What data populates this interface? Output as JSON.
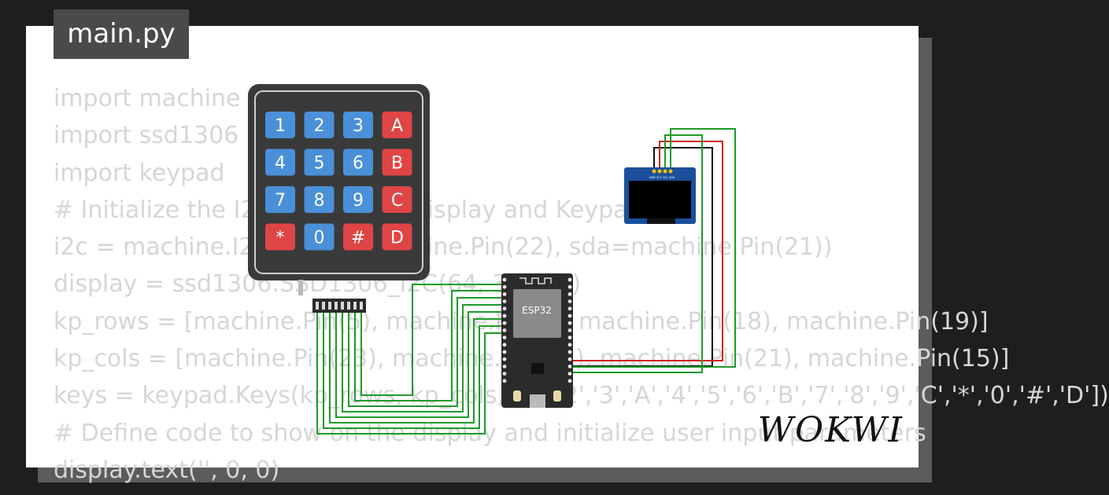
{
  "tab": {
    "filename": "main.py"
  },
  "code_lines": [
    "import machine",
    "import ssd1306",
    "import keypad",
    "# Initialize the I2C bus, OLED Display and Keypad",
    "i2c = machine.I2C(0, scl=machine.Pin(22), sda=machine.Pin(21))",
    "display = ssd1306.SSD1306_I2C(64, 32, i2c)",
    "kp_rows = [machine.Pin(5), machine.Pin(4), machine.Pin(18), machine.Pin(19)]",
    "kp_cols = [machine.Pin(23), machine.Pin(22), machine.Pin(21), machine.Pin(15)]",
    "keys = keypad.Keys(kp_rows, kp_cols, ['1','2','3','A','4','5','6','B','7','8','9','C','*','0','#','D'])",
    "# Define code to show on the display and initialize user input parameters",
    "display.text('', 0, 0)"
  ],
  "keypad": {
    "keys": [
      "1",
      "2",
      "3",
      "A",
      "4",
      "5",
      "6",
      "B",
      "7",
      "8",
      "9",
      "C",
      "*",
      "0",
      "#",
      "D"
    ],
    "digit_color": "#4a90d9",
    "letter_color": "#e04545"
  },
  "esp32": {
    "label": "ESP32"
  },
  "oled": {
    "pin_labels": "GND VCC SCL SDA"
  },
  "brand": {
    "logo": "WOKWI"
  }
}
